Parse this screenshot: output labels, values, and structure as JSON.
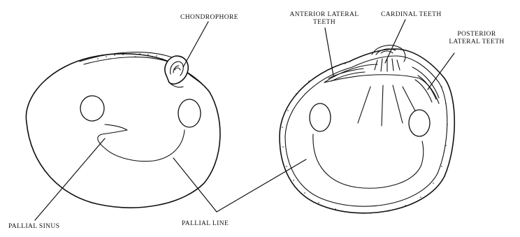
{
  "labels": {
    "chondrophore": "CHONDROPHORE",
    "anterior_lateral_teeth_line1": "ANTERIOR LATERAL",
    "anterior_lateral_teeth_line2": "TEETH",
    "cardinal_teeth": "CARDINAL TEETH",
    "posterior_lateral_teeth_line1": "POSTERIOR",
    "posterior_lateral_teeth_line2": "LATERAL TEETH",
    "pallial_sinus": "PALLIAL SINUS",
    "pallial_line": "PALLIAL LINE"
  },
  "colors": {
    "ink": "#111111",
    "paper": "#ffffff"
  }
}
